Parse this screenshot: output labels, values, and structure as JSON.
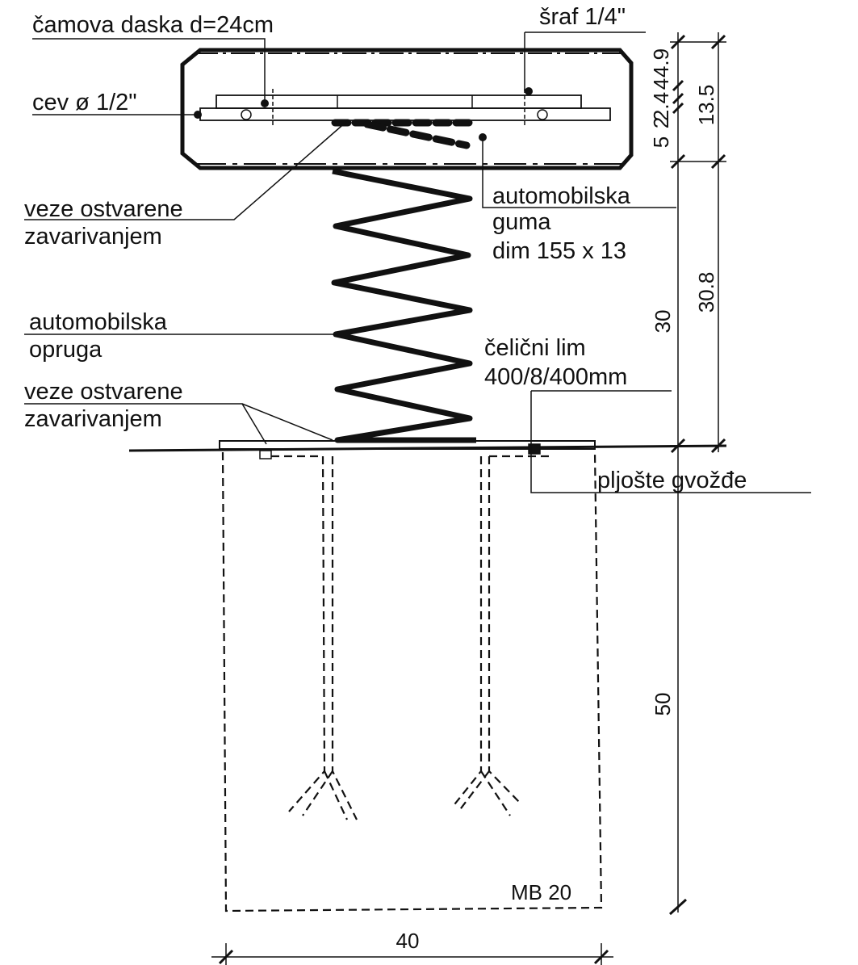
{
  "labels": {
    "camova_daska": "čamova daska d=24cm",
    "sraf": "šraf 1/4\"",
    "cev": "cev ø 1/2\"",
    "veze_top_1": "veze ostvarene",
    "veze_top_2": "zavarivanjem",
    "guma_1": "automobilska",
    "guma_2": "guma",
    "guma_3": "dim 155 x 13",
    "opruga_1": "automobilska",
    "opruga_2": "opruga",
    "lim_1": "čelični lim",
    "lim_2": "400/8/400mm",
    "veze_bot_1": "veze ostvarene",
    "veze_bot_2": "zavarivanjem",
    "gvozde": "pljošte gvožđe",
    "mb": "MB 20"
  },
  "dimensions": {
    "top_a": "4.9",
    "top_b": "4",
    "top_c": "2.4",
    "top_d": "2",
    "top_e": "5",
    "top_total": "13.5",
    "spring": "30",
    "spring_total": "30.8",
    "foundation": "50",
    "width": "40"
  }
}
